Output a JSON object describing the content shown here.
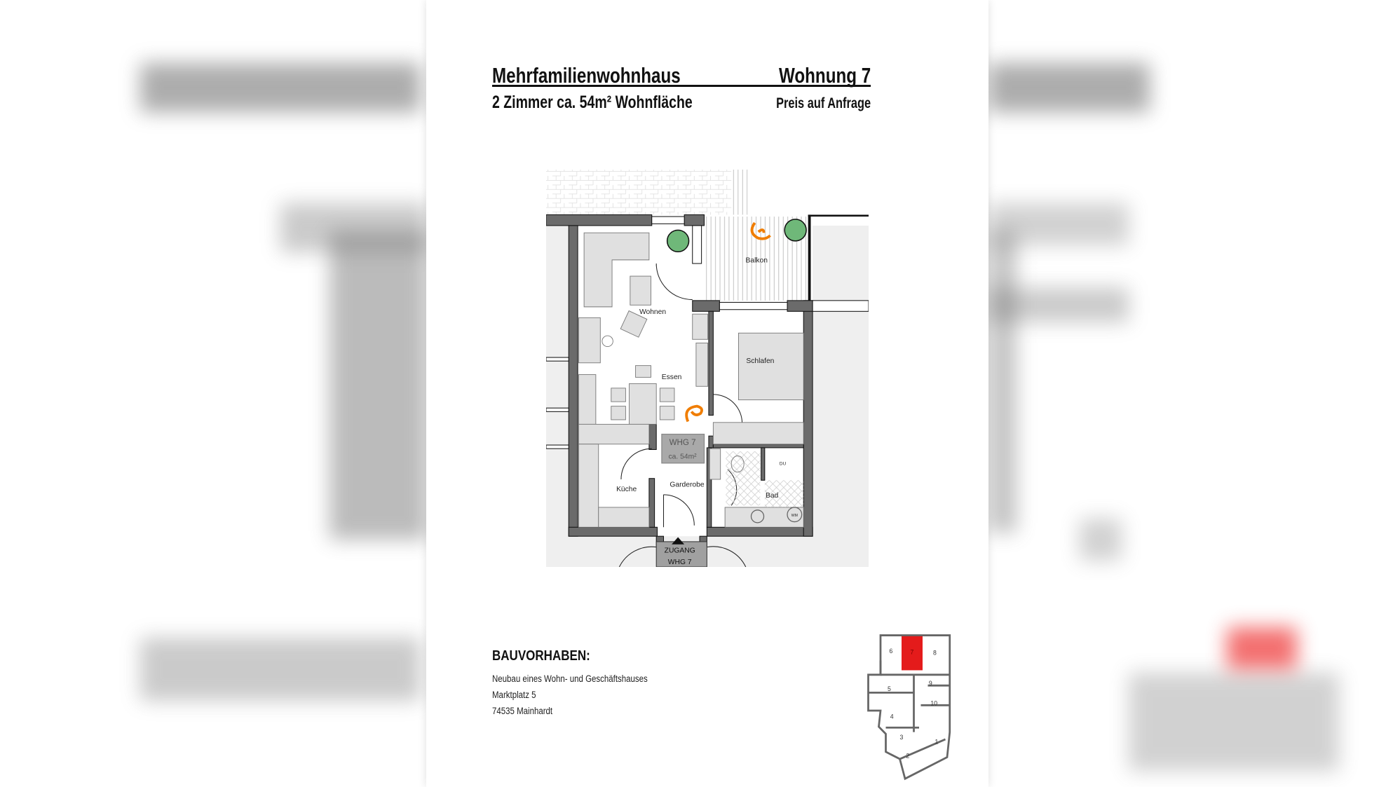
{
  "header": {
    "title": "Mehrfamilienwohnhaus",
    "apartment": "Wohnung 7",
    "subtitle": "2 Zimmer ca. 54m² Wohnfläche",
    "price": "Preis auf Anfrage"
  },
  "floorplan": {
    "rooms": {
      "balcony": "Balkon",
      "living": "Wohnen",
      "dining": "Essen",
      "bedroom": "Schlafen",
      "kitchen": "Küche",
      "wardrobe": "Garderobe",
      "bath": "Bad",
      "shower": "DU",
      "washer": "WM"
    },
    "unit_label": "WHG 7",
    "unit_area": "ca. 54m²",
    "entrance_line1": "ZUGANG",
    "entrance_line2": "WHG 7",
    "accent_orange": "#f07d00",
    "plant_green": "#6fb879"
  },
  "project": {
    "heading": "BAUVORHABEN:",
    "description": "Neubau eines Wohn- und Geschäftshauses",
    "street": "Marktplatz 5",
    "city": "74535 Mainhardt"
  },
  "keyplan": {
    "highlight_color": "#e41b1b",
    "highlighted_unit": "7",
    "units": [
      "1",
      "2",
      "3",
      "4",
      "5",
      "6",
      "7",
      "8",
      "9",
      "10"
    ]
  }
}
